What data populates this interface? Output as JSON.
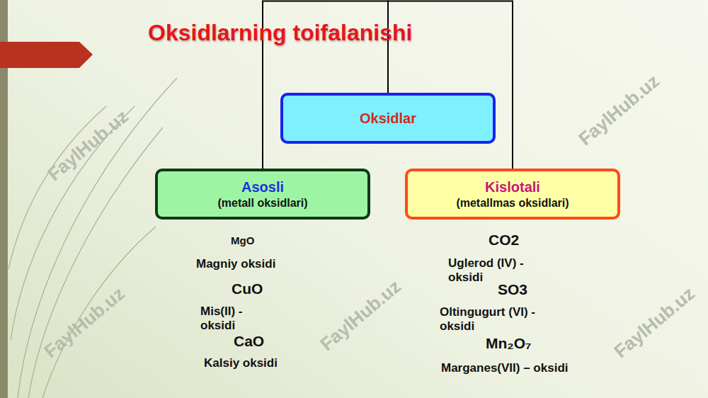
{
  "diagram": {
    "title": "Oksidlarning toifalanishi",
    "nodes": [
      {
        "text": [
          "Oksidlar"
        ]
      },
      {
        "text": [
          "Asosli",
          "(metall oksidlari)"
        ]
      },
      {
        "text": [
          "Kislotali",
          "(metallmas oksidlari)"
        ]
      }
    ],
    "edges": [
      {
        "from": 0,
        "to": 1,
        "arrow": "none"
      },
      {
        "from": 0,
        "to": 2,
        "arrow": "none"
      }
    ],
    "labels": [
      "MgO",
      "Magniy oksidi",
      "CuO",
      "Mis(II) - oksidi",
      "CaO",
      "Kalsiy oksidi",
      "CO2",
      "Uglerod (IV) - oksidi",
      "SO3",
      "Oltingugurt (VI) - oksidi",
      "Mn₂O₇",
      "Marganes(VII) – oksidi",
      "FaylHub.uz",
      "FaylHub.uz",
      "FaylHub.uz",
      "FaylHub.uz",
      "FaylHub.uz"
    ]
  }
}
